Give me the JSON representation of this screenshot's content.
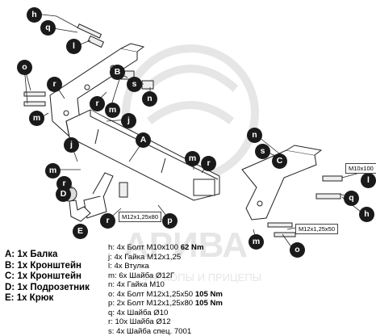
{
  "legend": [
    "A: 1x Балка",
    "B: 1x Кронштейн",
    "C: 1x Кронштейн",
    "D: 1x Подрозетник",
    "E: 1x Крюк"
  ],
  "specs": [
    {
      "text": "h: 4x Болт M10x100",
      "torque": "62 Nm"
    },
    {
      "text": "j: 4x Гайка M12x1,25",
      "torque": ""
    },
    {
      "text": "l: 4x Втулка",
      "torque": ""
    },
    {
      "text": "m: 6x Шайба Ø12Г",
      "torque": ""
    },
    {
      "text": "n: 4x Гайка M10",
      "torque": ""
    },
    {
      "text": "o: 4x Болт M12x1,25x50",
      "torque": "105 Nm"
    },
    {
      "text": "p: 2x Болт M12x1,25x80",
      "torque": "105 Nm"
    },
    {
      "text": "q: 4x  Шайба Ø10",
      "torque": ""
    },
    {
      "text": "r: 10x Шайба Ø12",
      "torque": ""
    },
    {
      "text": "s: 4x Шайба спец. 7001",
      "torque": ""
    }
  ],
  "callouts": {
    "bolt_m10x100": "M10x100",
    "bolt_m12x50": "M12x1,25x50",
    "bolt_m12x80": "M12x1,25x80"
  },
  "badges": {
    "h": "h",
    "q": "q",
    "l": "l",
    "n": "n",
    "o": "o",
    "r": "r",
    "m": "m",
    "j": "j",
    "s": "s",
    "p": "p",
    "A": "A",
    "B": "B",
    "C": "C",
    "D": "D",
    "E": "E"
  },
  "watermark": "АРИВА",
  "watermark_sub": "ФАРКОПЫ И ПРИЦЕПЫ",
  "colors": {
    "badge": "#1a1a1a",
    "line": "#222222",
    "watermark": "#e6e6e6"
  }
}
